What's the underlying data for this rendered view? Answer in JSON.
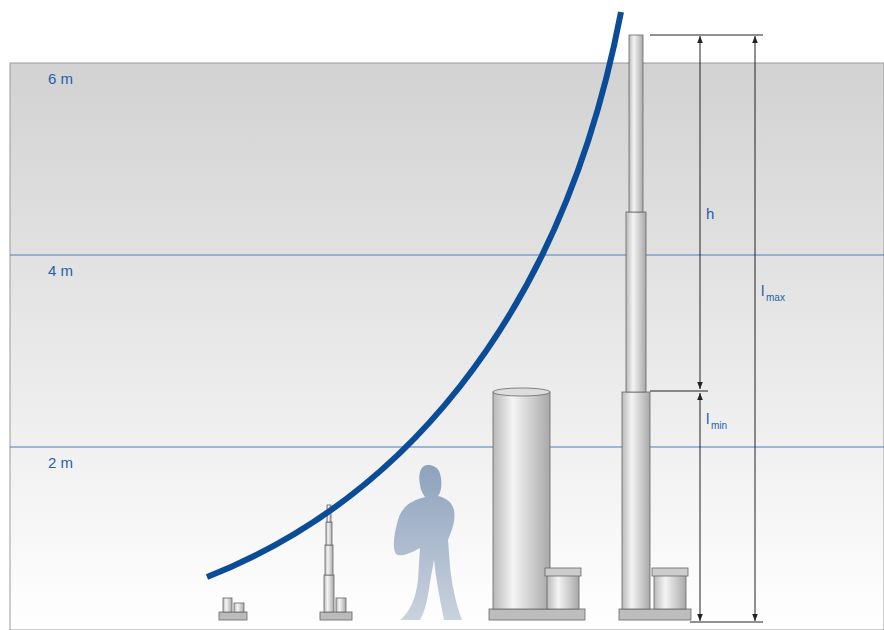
{
  "diagram": {
    "labels": [
      "6 m",
      "4 m",
      "2 m",
      "h",
      "l",
      "max",
      "l",
      "min"
    ]
  }
}
